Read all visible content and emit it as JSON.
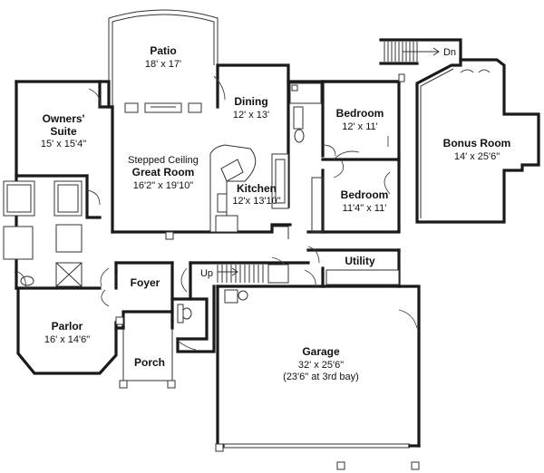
{
  "rooms": {
    "patio": {
      "name": "Patio",
      "dims": "18' x 17'"
    },
    "dining": {
      "name": "Dining",
      "dims": "12' x 13'"
    },
    "owners": {
      "name1": "Owners'",
      "name2": "Suite",
      "dims": "15' x 15'4\""
    },
    "great": {
      "note": "Stepped Ceiling",
      "name": "Great Room",
      "dims": "16'2\" x 19'10\""
    },
    "kitchen": {
      "name": "Kitchen",
      "dims": "12'x 13'10\""
    },
    "bedroom1": {
      "name": "Bedroom",
      "dims": "12' x 11'"
    },
    "bedroom2": {
      "name": "Bedroom",
      "dims": "11'4\" x 11'"
    },
    "bonus": {
      "name": "Bonus Room",
      "dims": "14' x 25'6\""
    },
    "utility": {
      "name": "Utility"
    },
    "foyer": {
      "name": "Foyer"
    },
    "parlor": {
      "name": "Parlor",
      "dims": "16' x 14'6\""
    },
    "porch": {
      "name": "Porch"
    },
    "garage": {
      "name": "Garage",
      "dims": "32' x 25'6\"",
      "note": "(23'6\" at 3rd bay)"
    }
  },
  "stairs": {
    "up": "Up",
    "down": "Dn"
  }
}
